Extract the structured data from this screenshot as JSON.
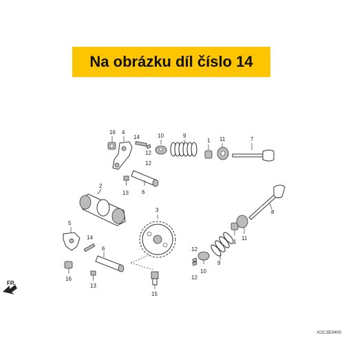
{
  "banner": {
    "text": "Na obrázku díl číslo 14",
    "color": "#fdc400"
  },
  "diagram_code": "K2C3E0400",
  "direction_label": "FR.",
  "callouts": [
    "16",
    "4",
    "14",
    "12",
    "10",
    "9",
    "1",
    "11",
    "7",
    "12",
    "2",
    "13",
    "6",
    "3",
    "8",
    "5",
    "14",
    "6",
    "12",
    "11",
    "1",
    "16",
    "13",
    "12",
    "10",
    "9",
    "15"
  ]
}
